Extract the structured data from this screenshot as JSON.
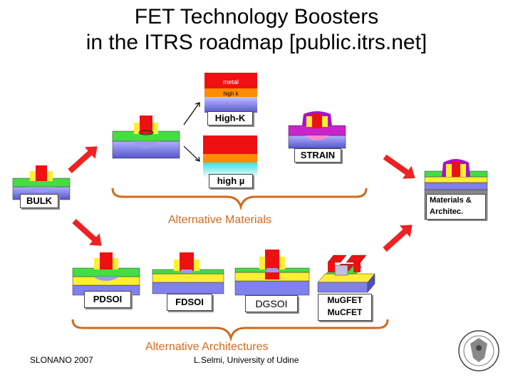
{
  "title": {
    "line1": "FET Technology Boosters",
    "line2": "in the ITRS roadmap [public.itrs.net]"
  },
  "stack_labels": {
    "metal": "metal",
    "high_k": "high k"
  },
  "labels": {
    "high_k": "High-K",
    "high_mu": "high µ",
    "strain": "STRAIN",
    "bulk": "BULK",
    "materials_line1": "Materials &",
    "materials_line2": "Architec.",
    "pdsoi": "PDSOI",
    "fdsoi": "FDSOI",
    "dgsoi": "DGSOI",
    "mugfet_line1": "MuGFET",
    "mugfet_line2": "MuCFET"
  },
  "groups": {
    "alt_materials": "Alternative Materials",
    "alt_architectures": "Alternative Architectures"
  },
  "footer": {
    "left": "SLONANO 2007",
    "center": "L.Selmi, University of Udine"
  },
  "colors": {
    "substrate": "#8080ee",
    "green": "#44dd44",
    "yellow": "#ffee33",
    "gate": "#ee1111",
    "magenta": "#cc22cc",
    "orange_bracket": "#d2691e",
    "arrow": "#ee2222",
    "oxide": "#f0e000"
  }
}
